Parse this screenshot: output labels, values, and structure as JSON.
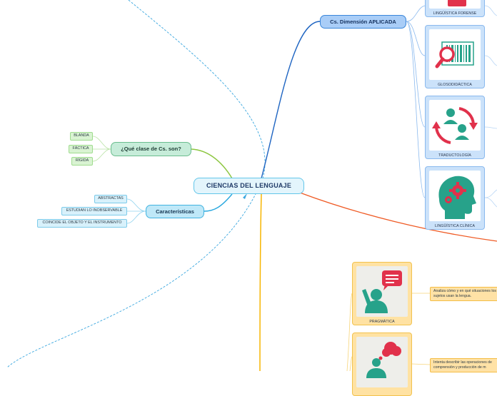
{
  "root": {
    "title": "CIENCIAS DEL LENGUAJE"
  },
  "clase": {
    "title": "¿Qué clase de Cs. son?",
    "items": [
      "BLANDA",
      "FÁCTICA",
      "RÍGIDA"
    ]
  },
  "caracteristicas": {
    "title": "Características",
    "items": [
      "ABSTRACTAS",
      "ESTUDIAN LO INOBSERVABLE",
      "COINCIDE EL OBJETO Y EL INSTRUMENTO"
    ]
  },
  "aplicada": {
    "title": "Cs. Dimensión APLICADA",
    "cards": [
      {
        "label": "LINGÜÍSTICA FORENSE",
        "icon": "forensic-icon"
      },
      {
        "label": "GLOSODIDÁCTICA",
        "icon": "barcode-magnifier-icon"
      },
      {
        "label": "TRADUCTOLOGÍA",
        "icon": "exchange-people-icon"
      },
      {
        "label": "LINGÜÍSTICA CLÍNICA",
        "icon": "brain-gears-icon"
      }
    ]
  },
  "pragmatica": {
    "label": "PRAGMÁTICA",
    "icon": "speech-person-icon",
    "description": "Analiza cómo y en qué situaciones los sujetos usan la lengua."
  },
  "psico": {
    "icon": "thinking-person-icon",
    "description": "Intenta describir las operaciones de comprensión y producción de m"
  },
  "colors": {
    "green_branch": "#8cc63f",
    "blue_branch": "#29a8df",
    "aplicada_branch": "#1f65c2",
    "red_branch": "#ef5a24",
    "yellow_branch": "#f7b500",
    "dashed_link": "#3aa7df",
    "icon_teal": "#27a28a",
    "icon_red": "#e1314b"
  }
}
